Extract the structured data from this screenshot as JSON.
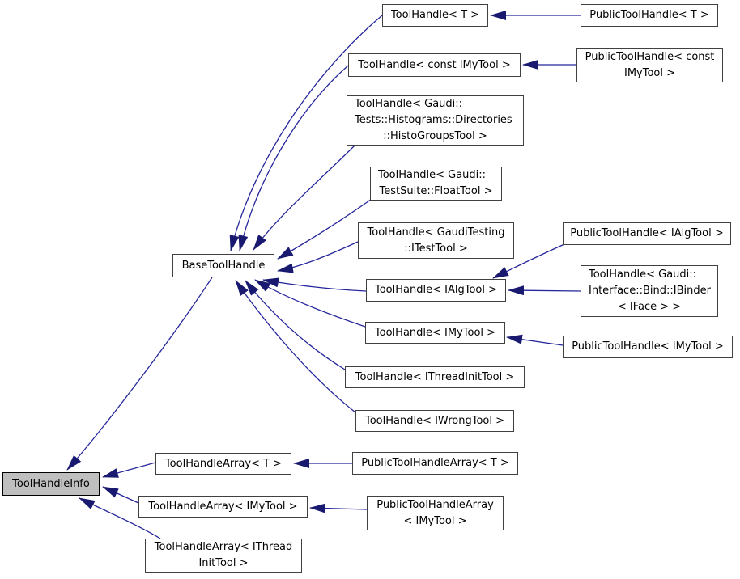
{
  "diagram": {
    "kind": "class-inheritance-graph",
    "colors": {
      "arrow_stroke": "#26269c",
      "arrowhead_fill": "#191970",
      "node_border": "#404040",
      "node_fill": "#ffffff",
      "highlight_fill": "#bfbfbf",
      "highlight_border": "#000000",
      "background": "#ffffff"
    },
    "nodes": [
      {
        "id": "tool-handle-t",
        "label": "ToolHandle< T >",
        "lines": [
          "ToolHandle< T >"
        ],
        "highlighted": false
      },
      {
        "id": "public-tool-handle-t",
        "label": "PublicToolHandle< T >",
        "lines": [
          "PublicToolHandle< T >"
        ],
        "highlighted": false
      },
      {
        "id": "tool-handle-const-imytool",
        "label": "ToolHandle< const IMyTool >",
        "lines": [
          "ToolHandle< const IMyTool >"
        ],
        "highlighted": false
      },
      {
        "id": "public-tool-handle-const-imytool",
        "label": "PublicToolHandle< const IMyTool >",
        "lines": [
          "PublicToolHandle< const",
          "IMyTool >"
        ],
        "highlighted": false
      },
      {
        "id": "tool-handle-histo-groups-tool",
        "label": "ToolHandle< Gaudi::Tests::Histograms::Directories::HistoGroupsTool >",
        "lines": [
          "ToolHandle< Gaudi::",
          "Tests::Histograms::Directories",
          "::HistoGroupsTool >"
        ],
        "highlighted": false
      },
      {
        "id": "tool-handle-float-tool",
        "label": "ToolHandle< Gaudi::TestSuite::FloatTool >",
        "lines": [
          "ToolHandle< Gaudi::",
          "TestSuite::FloatTool >"
        ],
        "highlighted": false
      },
      {
        "id": "tool-handle-itest-tool",
        "label": "ToolHandle< GaudiTesting::ITestTool >",
        "lines": [
          "ToolHandle< GaudiTesting",
          "::ITestTool >"
        ],
        "highlighted": false
      },
      {
        "id": "public-tool-handle-ialgtool",
        "label": "PublicToolHandle< IAlgTool >",
        "lines": [
          "PublicToolHandle< IAlgTool >"
        ],
        "highlighted": false
      },
      {
        "id": "tool-handle-ialgtool",
        "label": "ToolHandle< IAlgTool >",
        "lines": [
          "ToolHandle< IAlgTool >"
        ],
        "highlighted": false
      },
      {
        "id": "tool-handle-ibinder-iface",
        "label": "ToolHandle< Gaudi::Interface::Bind::IBinder< IFace > >",
        "lines": [
          "ToolHandle< Gaudi::",
          "Interface::Bind::IBinder",
          "< IFace > >"
        ],
        "highlighted": false
      },
      {
        "id": "tool-handle-imytool",
        "label": "ToolHandle< IMyTool >",
        "lines": [
          "ToolHandle< IMyTool >"
        ],
        "highlighted": false
      },
      {
        "id": "public-tool-handle-imytool",
        "label": "PublicToolHandle< IMyTool >",
        "lines": [
          "PublicToolHandle< IMyTool >"
        ],
        "highlighted": false
      },
      {
        "id": "tool-handle-ithread-init-tool",
        "label": "ToolHandle< IThreadInitTool >",
        "lines": [
          "ToolHandle< IThreadInitTool >"
        ],
        "highlighted": false
      },
      {
        "id": "tool-handle-iwrong-tool",
        "label": "ToolHandle< IWrongTool >",
        "lines": [
          "ToolHandle< IWrongTool >"
        ],
        "highlighted": false
      },
      {
        "id": "base-tool-handle",
        "label": "BaseToolHandle",
        "lines": [
          "BaseToolHandle"
        ],
        "highlighted": false
      },
      {
        "id": "tool-handle-info",
        "label": "ToolHandleInfo",
        "lines": [
          "ToolHandleInfo"
        ],
        "highlighted": true
      },
      {
        "id": "tool-handle-array-t",
        "label": "ToolHandleArray< T >",
        "lines": [
          "ToolHandleArray< T >"
        ],
        "highlighted": false
      },
      {
        "id": "public-tool-handle-array-t",
        "label": "PublicToolHandleArray< T >",
        "lines": [
          "PublicToolHandleArray< T >"
        ],
        "highlighted": false
      },
      {
        "id": "tool-handle-array-imytool",
        "label": "ToolHandleArray< IMyTool >",
        "lines": [
          "ToolHandleArray< IMyTool >"
        ],
        "highlighted": false
      },
      {
        "id": "public-tool-handle-array-imytool",
        "label": "PublicToolHandleArray< IMyTool >",
        "lines": [
          "PublicToolHandleArray",
          "< IMyTool >"
        ],
        "highlighted": false
      },
      {
        "id": "tool-handle-array-ithread-init-tool",
        "label": "ToolHandleArray< IThreadInitTool >",
        "lines": [
          "ToolHandleArray< IThread",
          "InitTool >"
        ],
        "highlighted": false
      }
    ],
    "edges": [
      {
        "from": "base-tool-handle",
        "to": "tool-handle-info"
      },
      {
        "from": "tool-handle-array-t",
        "to": "tool-handle-info"
      },
      {
        "from": "tool-handle-array-imytool",
        "to": "tool-handle-info"
      },
      {
        "from": "tool-handle-array-ithread-init-tool",
        "to": "tool-handle-info"
      },
      {
        "from": "tool-handle-t",
        "to": "base-tool-handle"
      },
      {
        "from": "tool-handle-const-imytool",
        "to": "base-tool-handle"
      },
      {
        "from": "tool-handle-histo-groups-tool",
        "to": "base-tool-handle"
      },
      {
        "from": "tool-handle-float-tool",
        "to": "base-tool-handle"
      },
      {
        "from": "tool-handle-itest-tool",
        "to": "base-tool-handle"
      },
      {
        "from": "tool-handle-ialgtool",
        "to": "base-tool-handle"
      },
      {
        "from": "tool-handle-imytool",
        "to": "base-tool-handle"
      },
      {
        "from": "tool-handle-ithread-init-tool",
        "to": "base-tool-handle"
      },
      {
        "from": "tool-handle-iwrong-tool",
        "to": "base-tool-handle"
      },
      {
        "from": "public-tool-handle-t",
        "to": "tool-handle-t"
      },
      {
        "from": "public-tool-handle-const-imytool",
        "to": "tool-handle-const-imytool"
      },
      {
        "from": "public-tool-handle-ialgtool",
        "to": "tool-handle-ialgtool"
      },
      {
        "from": "tool-handle-ibinder-iface",
        "to": "tool-handle-ialgtool"
      },
      {
        "from": "public-tool-handle-imytool",
        "to": "tool-handle-imytool"
      },
      {
        "from": "public-tool-handle-array-t",
        "to": "tool-handle-array-t"
      },
      {
        "from": "public-tool-handle-array-imytool",
        "to": "tool-handle-array-imytool"
      }
    ]
  }
}
